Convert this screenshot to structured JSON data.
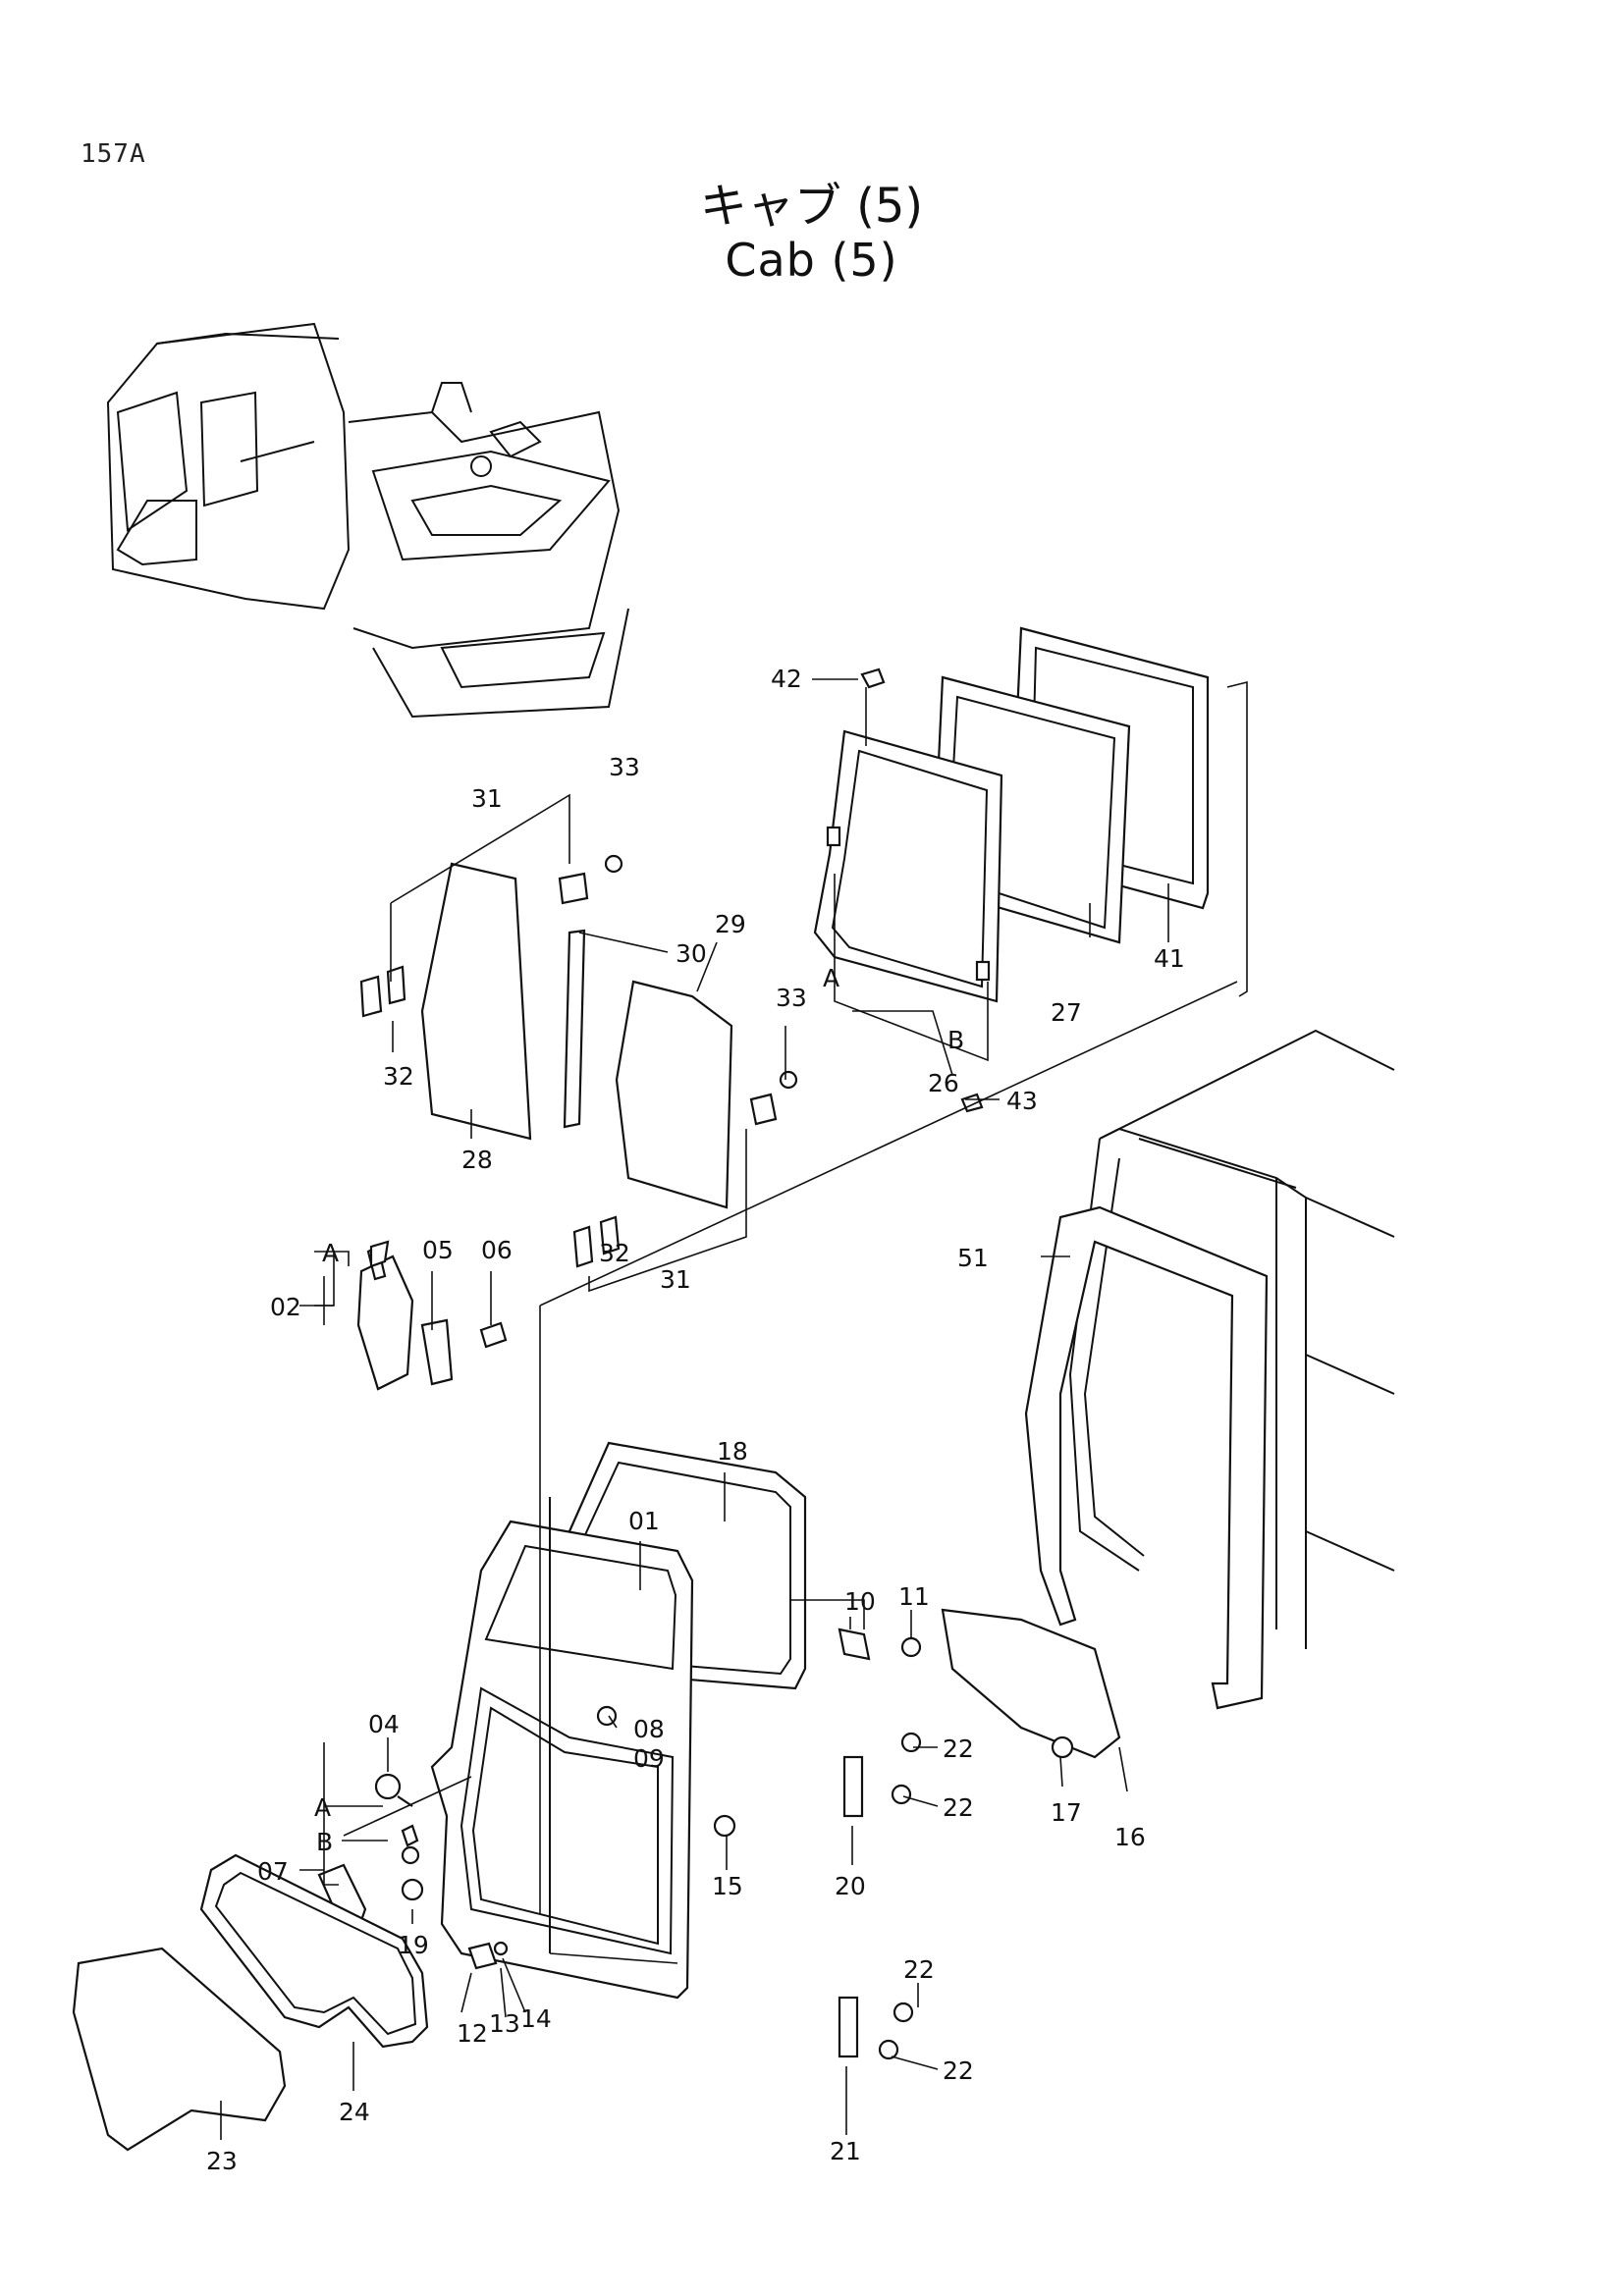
{
  "page_code": "157A",
  "title_jp": "キャブ (5)",
  "title_en": "Cab (5)",
  "callouts": {
    "p01": "01",
    "p02": "02",
    "p04": "04",
    "p05": "05",
    "p06": "06",
    "p07": "07",
    "p08": "08",
    "p09": "09",
    "p10": "10",
    "p11": "11",
    "p12": "12",
    "p13": "13",
    "p14": "14",
    "p15": "15",
    "p16": "16",
    "p17": "17",
    "p18": "18",
    "p19": "19",
    "p20": "20",
    "p21": "21",
    "p22": "22",
    "p23": "23",
    "p24": "24",
    "p26": "26",
    "p27": "27",
    "p28": "28",
    "p29": "29",
    "p30": "30",
    "p31": "31",
    "p32": "32",
    "p33": "33",
    "p41": "41",
    "p42": "42",
    "p43": "43",
    "p51": "51"
  },
  "refs": {
    "a": "A",
    "b": "B"
  }
}
